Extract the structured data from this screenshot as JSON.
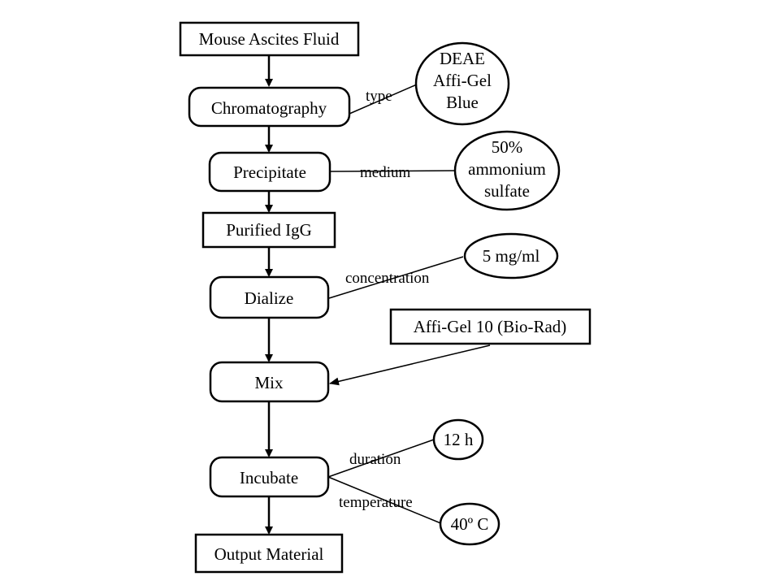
{
  "nodes": {
    "mouse_ascites": "Mouse Ascites Fluid",
    "chromatography": "Chromatography",
    "precipitate": "Precipitate",
    "purified_igg": "Purified IgG",
    "dialize": "Dialize",
    "mix": "Mix",
    "incubate": "Incubate",
    "output": "Output Material"
  },
  "attributes": {
    "type_label": "type",
    "type_value": [
      "DEAE",
      "Affi-Gel",
      "Blue"
    ],
    "medium_label": "medium",
    "medium_value": [
      "50%",
      "ammonium",
      "sulfate"
    ],
    "concentration_label": "concentration",
    "concentration_value": "5 mg/ml",
    "affigel_box": "Affi-Gel 10 (Bio-Rad)",
    "duration_label": "duration",
    "duration_value": "12 h",
    "temperature_label": "temperature",
    "temperature_value": "40º C"
  }
}
